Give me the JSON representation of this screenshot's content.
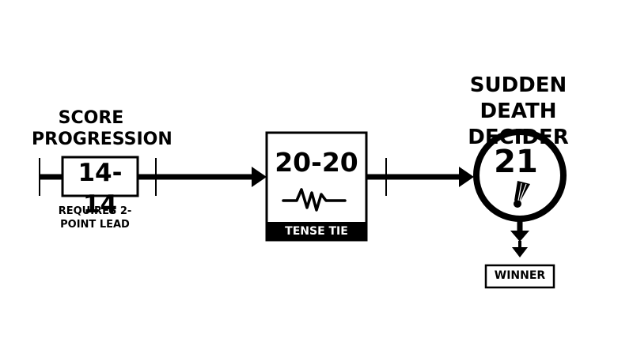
{
  "stage_start": {
    "title": "SCORE PROGRESSION",
    "score": "14-14",
    "note": "REQUIRES 2-POINT LEAD"
  },
  "stage_tie": {
    "score": "20-20",
    "label": "TENSE TIE",
    "icon": "heartbeat-icon"
  },
  "stage_decider": {
    "title": "SUDDEN DEATH DECIDER",
    "score": "21",
    "icon": "shuttlecock-icon"
  },
  "result": {
    "label": "WINNER"
  },
  "colors": {
    "ink": "#000000",
    "paper": "#ffffff"
  }
}
